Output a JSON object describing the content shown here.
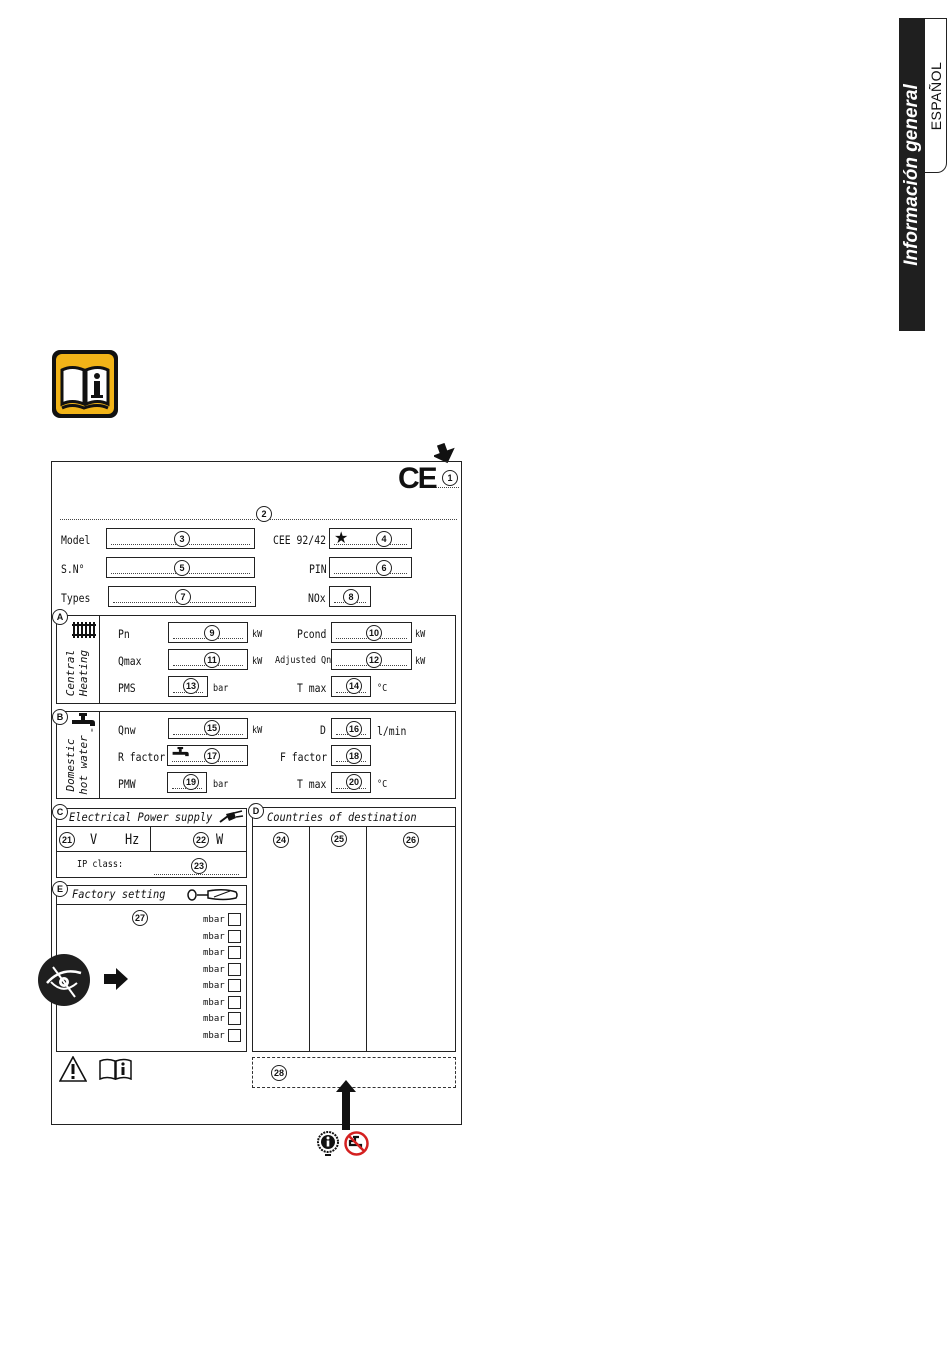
{
  "side_tab": {
    "title": "Información general",
    "language": "ESPAÑOL"
  },
  "plate": {
    "ce_mark": "CE",
    "labels": {
      "model": "Model",
      "sn": "S.N°",
      "types": "Types",
      "cee": "CEE 92/42",
      "pin": "PIN",
      "nox": "NOx",
      "pn": "Pn",
      "pcond": "Pcond",
      "qmax": "Qmax",
      "adjusted_qn": "Adjusted Qn",
      "pms": "PMS",
      "tmax": "T max",
      "qnw": "Qnw",
      "d": "D",
      "r_factor": "R factor",
      "f_factor": "F factor",
      "pmw": "PMW",
      "tmax2": "T max",
      "ip_class": "IP class:"
    },
    "units": {
      "kw": "kW",
      "bar": "bar",
      "celsius": "°C",
      "lmin": "l/min",
      "v": "V",
      "hz": "Hz",
      "w": "W",
      "mbar": "mbar"
    },
    "sections": {
      "A": {
        "letter": "A",
        "title": "Central Heating",
        "line1": "Central",
        "line2": "Heating"
      },
      "B": {
        "letter": "B",
        "title": "Domestic hot water",
        "line1": "Domestic",
        "line2": "hot water"
      },
      "C": {
        "letter": "C",
        "title": "Electrical Power supply"
      },
      "D": {
        "letter": "D",
        "title": "Countries of destination"
      },
      "E": {
        "letter": "E",
        "title": "Factory setting"
      }
    },
    "numbers": [
      "1",
      "2",
      "3",
      "4",
      "5",
      "6",
      "7",
      "8",
      "9",
      "10",
      "11",
      "12",
      "13",
      "14",
      "15",
      "16",
      "17",
      "18",
      "19",
      "20",
      "21",
      "22",
      "23",
      "24",
      "25",
      "26",
      "27",
      "28"
    ]
  }
}
